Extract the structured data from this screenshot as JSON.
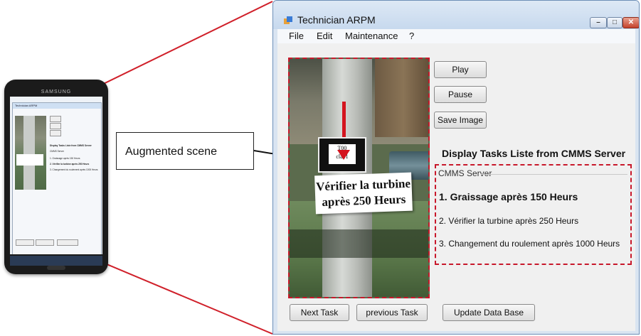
{
  "phone": {
    "brand": "SAMSUNG"
  },
  "callout": {
    "label": "Augmented scene"
  },
  "window": {
    "title": "Technician ARPM",
    "controls": {
      "minimize": "–",
      "maximize": "□",
      "close": "✕"
    }
  },
  "menu": {
    "items": [
      "File",
      "Edit",
      "Maintenance",
      "?"
    ]
  },
  "scene": {
    "marker_text_line1": "T00",
    "marker_text_line2": "cla01",
    "label_line1": "Vérifier la turbine",
    "label_line2": "après  250 Heurs"
  },
  "buttons": {
    "play": "Play",
    "pause": "Pause",
    "save_image": "Save Image",
    "next_task": "Next Task",
    "previous_task": "previous Task",
    "update_db": "Update Data Base"
  },
  "tasks": {
    "heading": "Display Tasks Liste from CMMS Server",
    "group_label": "CMMS Server",
    "items": [
      "1. Graissage après 150 Heurs",
      "2. Vérifier la turbine après 250 Heurs",
      "3. Changement du roulement  après 1000 Heurs"
    ]
  },
  "colors": {
    "highlight": "#c8182b",
    "arrow": "#d4141e",
    "window_frame": "#6d8fb7"
  }
}
